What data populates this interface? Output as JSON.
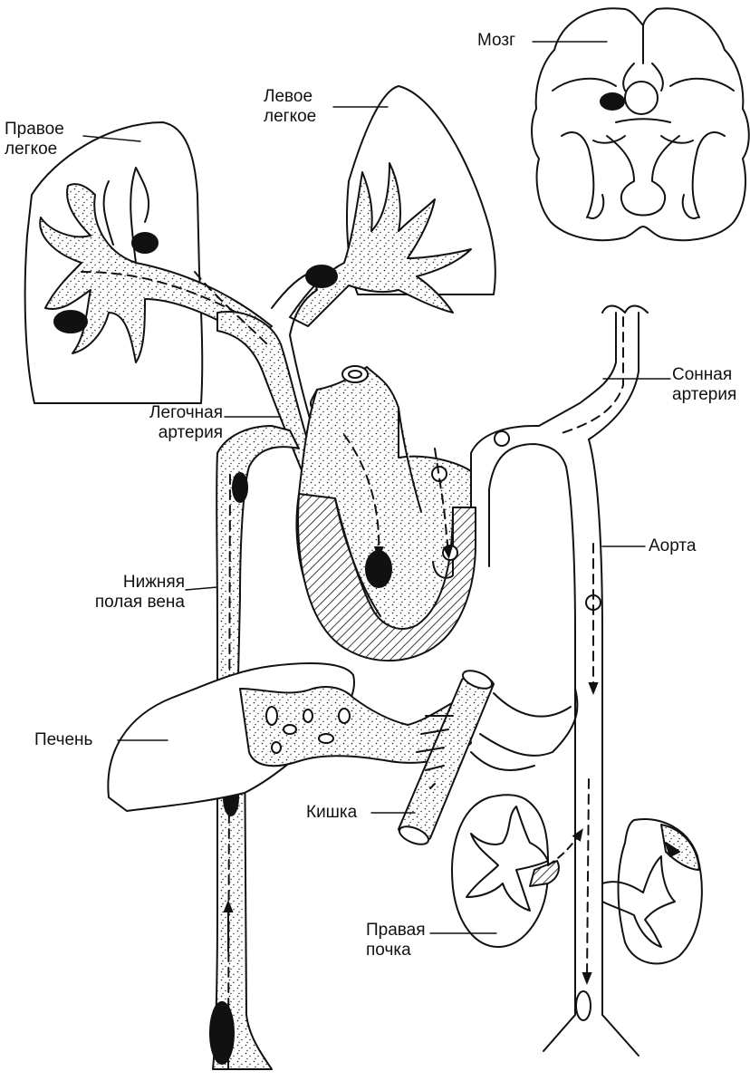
{
  "labels": {
    "brain": "Мозг",
    "left_lung": [
      "Левое",
      "легкое"
    ],
    "right_lung": [
      "Правое",
      "легкое"
    ],
    "pulmonary_artery": [
      "Легочная",
      "артерия"
    ],
    "carotid_artery": [
      "Сонная",
      "артерия"
    ],
    "aorta": "Аорта",
    "inferior_vena_cava": [
      "Нижняя",
      "полая вена"
    ],
    "liver": "Печень",
    "intestine": "Кишка",
    "right_kidney": [
      "Правая",
      "почка"
    ]
  },
  "colors": {
    "ink": "#111111",
    "background": "#ffffff"
  }
}
